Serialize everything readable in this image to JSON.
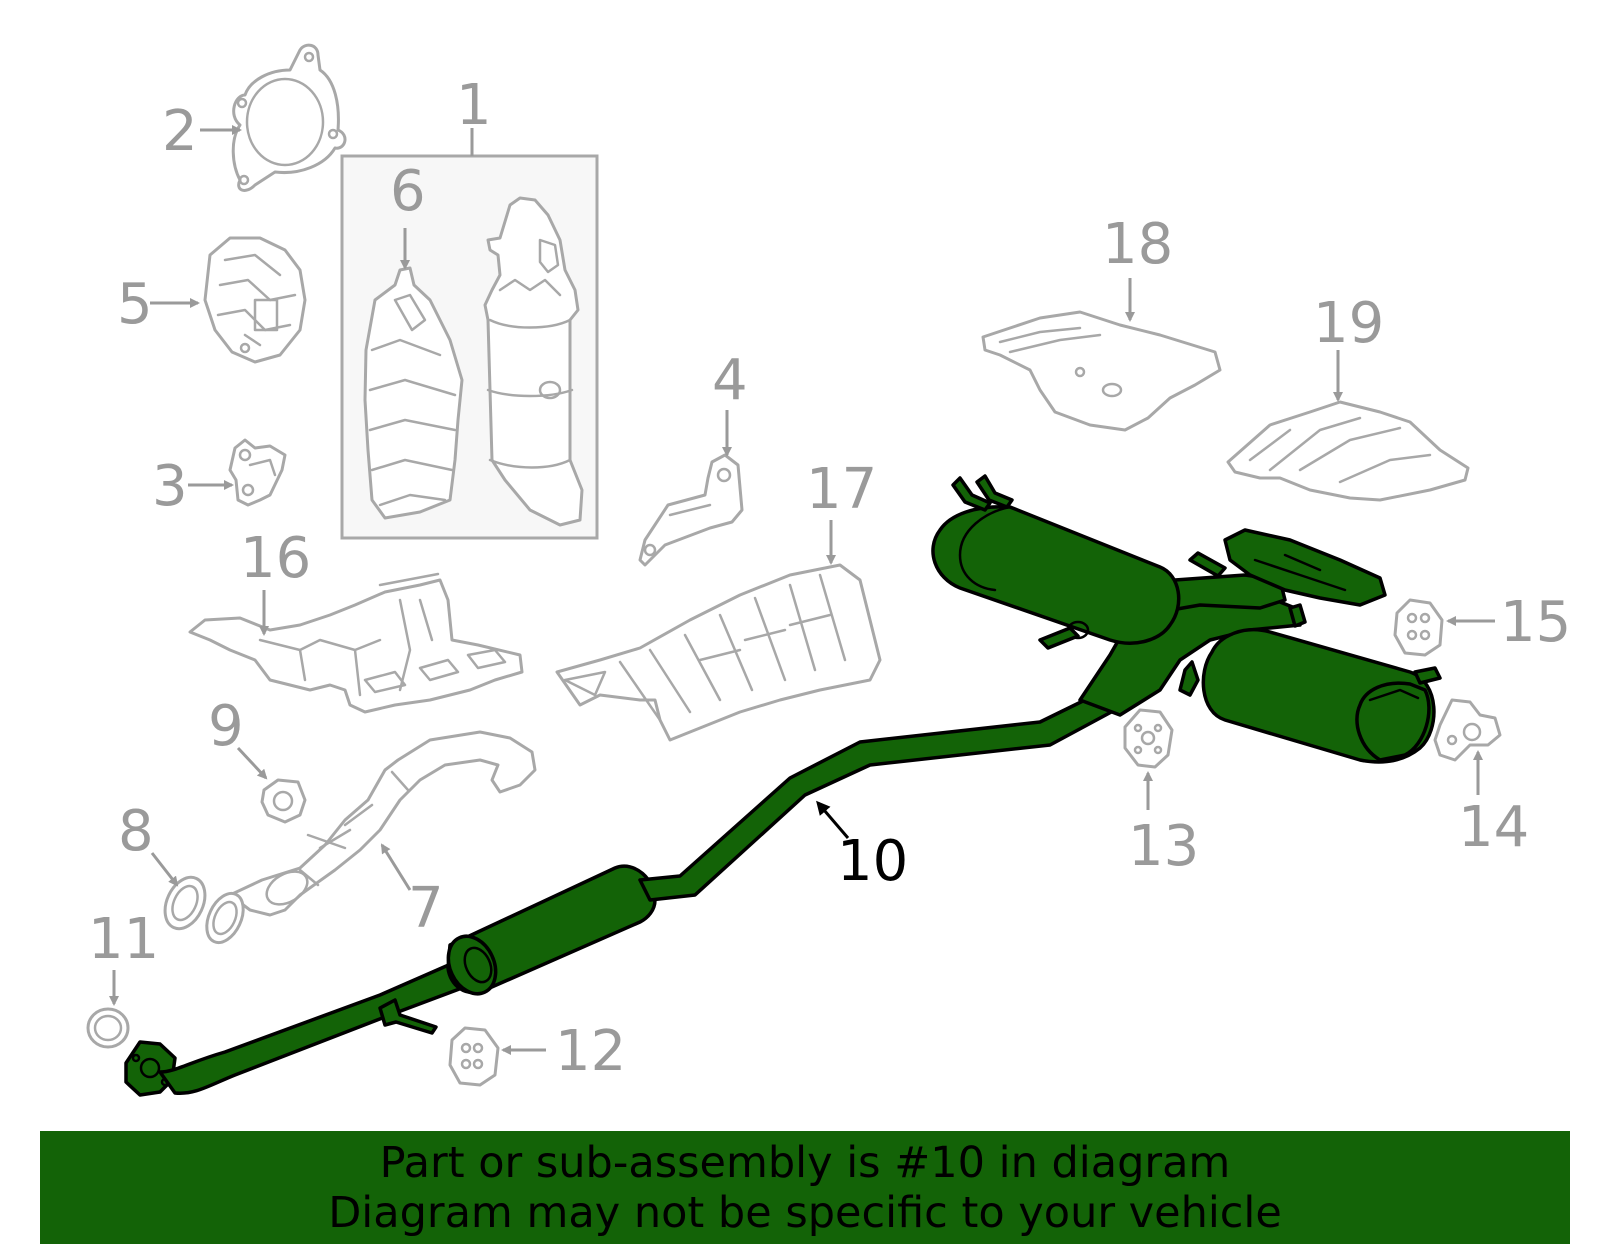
{
  "diagram": {
    "highlight_color": "#136307",
    "callouts": {
      "c1": "1",
      "c2": "2",
      "c3": "3",
      "c4": "4",
      "c5": "5",
      "c6": "6",
      "c7": "7",
      "c8": "8",
      "c9": "9",
      "c10": "10",
      "c11": "11",
      "c12": "12",
      "c13": "13",
      "c14": "14",
      "c15": "15",
      "c16": "16",
      "c17": "17",
      "c18": "18",
      "c19": "19"
    },
    "highlighted_part": "10"
  },
  "banner": {
    "line1": "Part or sub-assembly is #10 in diagram",
    "line2": "Diagram may not be specific to your vehicle"
  }
}
